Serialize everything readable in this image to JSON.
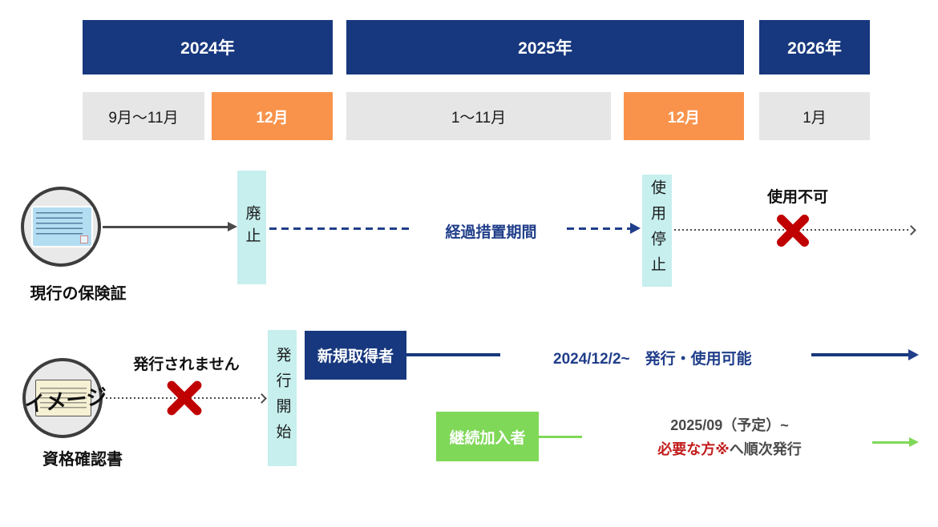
{
  "colors": {
    "navy": "#17387E",
    "navy_line": "#203E8A",
    "orange": "#F9934B",
    "gray_box": "#E7E6E6",
    "cyan": "#C6EFEE",
    "green": "#7FD858",
    "red": "#C00000",
    "red_text": "#C21D1D",
    "dark_gray": "#4A4A4A"
  },
  "years": [
    {
      "label": "2024年"
    },
    {
      "label": "2025年"
    },
    {
      "label": "2026年"
    }
  ],
  "months": [
    {
      "label": "9月〜11月",
      "highlight": false
    },
    {
      "label": "12月",
      "highlight": true
    },
    {
      "label": "1〜11月",
      "highlight": false
    },
    {
      "label": "12月",
      "highlight": true
    },
    {
      "label": "1月",
      "highlight": false
    }
  ],
  "row_current_card": {
    "item_label": "現行の保険証",
    "milestone_abolish": "廃止",
    "transition_label": "経過措置期間",
    "milestone_stop": "使用停止",
    "unusable_label": "使用不可"
  },
  "row_certificate": {
    "item_label": "資格確認書",
    "image_watermark": "イメージ",
    "not_issued_label": "発行されません",
    "milestone_issue_start": "発行開始",
    "new_acquirer_label": "新規取得者",
    "new_acquirer_note": "2024/12/2~　発行・使用可能",
    "continuing_label": "継続加入者",
    "continuing_date": "2025/09（予定）~",
    "continuing_note_red": "必要な方※",
    "continuing_note_dark": "へ順次発行"
  }
}
